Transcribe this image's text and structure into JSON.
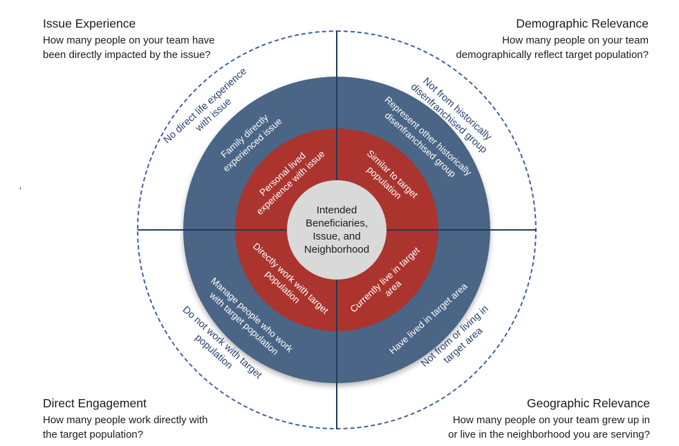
{
  "corners": {
    "top_left": {
      "title": "Issue Experience",
      "subtitle": "How many people on your team have\nbeen directly impacted by the issue?"
    },
    "top_right": {
      "title": "Demographic Relevance",
      "subtitle": "How many people on your team\ndemographically reflect target population?"
    },
    "bottom_left": {
      "title": "Direct Engagement",
      "subtitle": "How many people work directly with\nthe target population?"
    },
    "bottom_right": {
      "title": "Geographic Relevance",
      "subtitle": "How many people on your team grew up in\nor live in the neighborhood you are serving?"
    }
  },
  "center": {
    "label": "Intended\nBeneficiaries,\nIssue, and\nNeighborhood"
  },
  "rings": {
    "inner": {
      "top_left": "Personal lived\nexperience with issue",
      "top_right": "Similar to target\npopulation",
      "bottom_left": "Directly work with target\npopulation",
      "bottom_right": "Currently live in target\narea"
    },
    "middle": {
      "top_left": "Family directly\nexperienced issue",
      "top_right": "Represent other historically\ndisenfranchised group",
      "bottom_left": "Manage people who work\nwith target population",
      "bottom_right": "Have lived in target area"
    },
    "outer": {
      "top_left": "No direct life experience\nwith issue",
      "top_right": "Not from historically\ndisenfranchised group",
      "bottom_left": "Do not work with target\npopulation",
      "bottom_right": "Not from or living in\ntarget area"
    }
  },
  "stray_mark": "'",
  "colors": {
    "blue_ring": "#4a6585",
    "red_ring": "#ab352e",
    "center_gray": "#d9d9d9",
    "axis_line": "#1e3a5c",
    "dashed_circle": "#3c5f9e",
    "outer_text": "#27436e",
    "heading_text": "#1a1a1a"
  }
}
